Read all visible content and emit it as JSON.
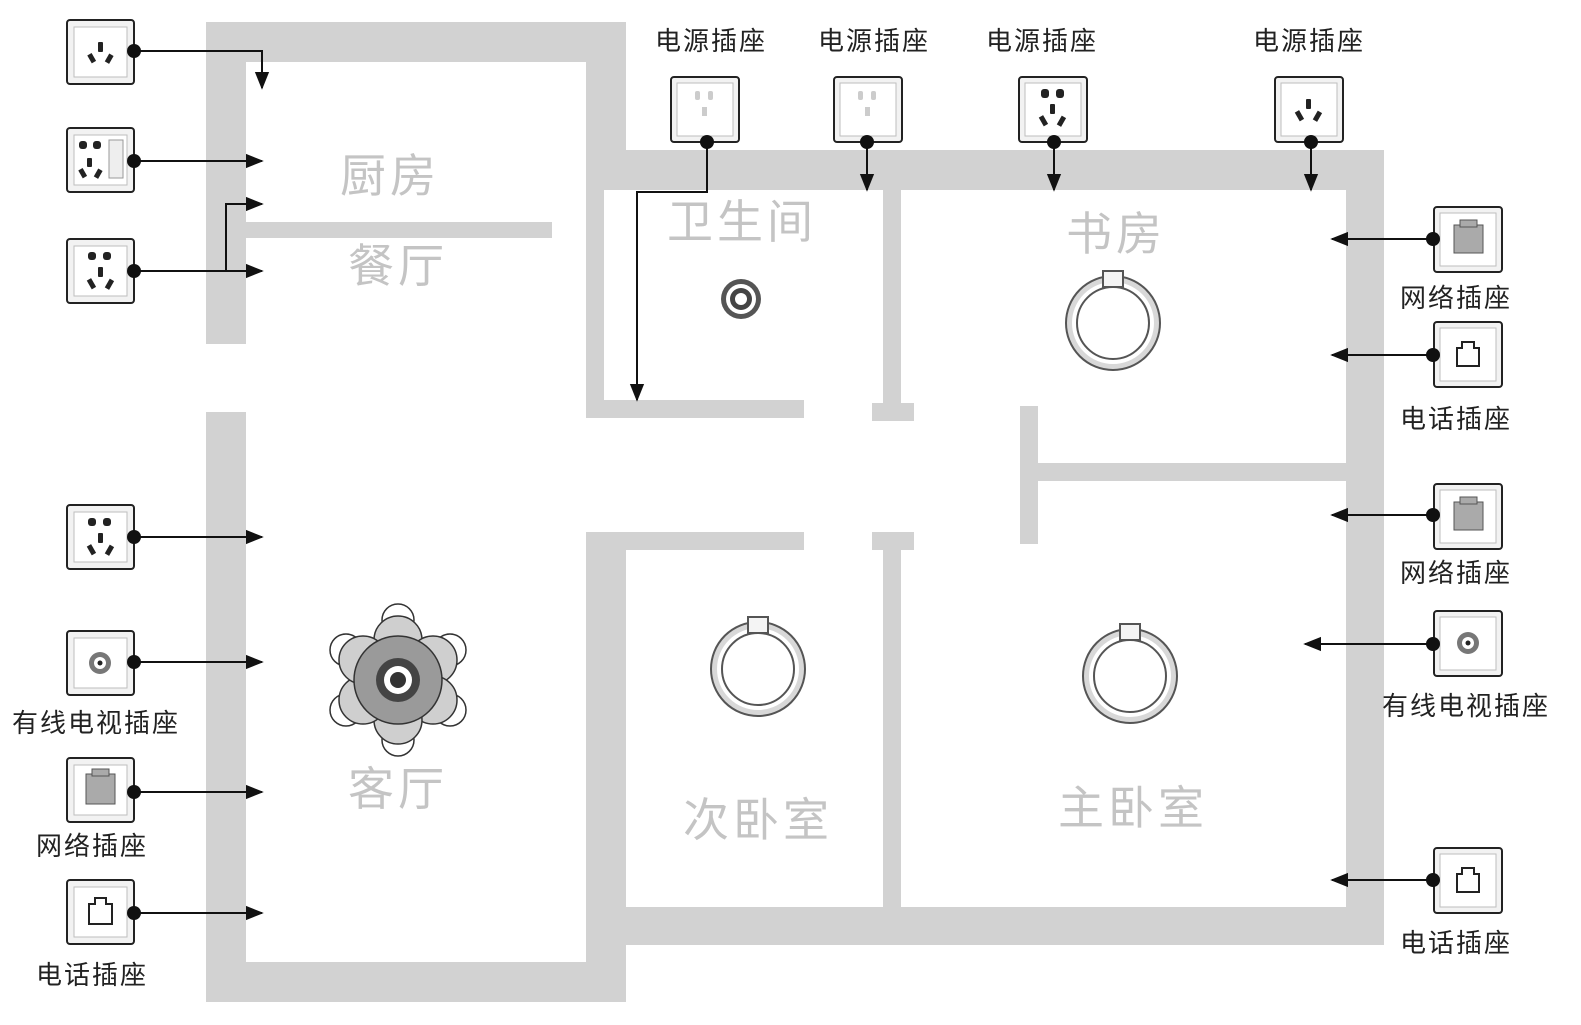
{
  "rooms": {
    "kitchen": "厨房",
    "dining": "餐厅",
    "bathroom": "卫生间",
    "study": "书房",
    "living": "客厅",
    "second_bedroom": "次卧室",
    "master_bedroom": "主卧室"
  },
  "labels": {
    "power_1": "电源插座",
    "power_2": "电源插座",
    "power_3": "电源插座",
    "power_4": "电源插座",
    "living_tv": "有线电视插座",
    "living_network": "网络插座",
    "living_phone": "电话插座",
    "study_network": "网络插座",
    "study_phone": "电话插座",
    "master_network": "网络插座",
    "master_tv": "有线电视插座",
    "master_phone": "电话插座"
  },
  "icons": {
    "power_socket": "power-socket-icon",
    "network_socket": "network-socket-icon",
    "phone_socket": "phone-socket-icon",
    "tv_socket": "tv-socket-icon",
    "ceiling_light": "ring-ceiling-light-icon",
    "chandelier": "chandelier-icon"
  },
  "colors": {
    "wall": "#d2d2d2",
    "room_label": "#c4c4c4",
    "line": "#111111"
  }
}
